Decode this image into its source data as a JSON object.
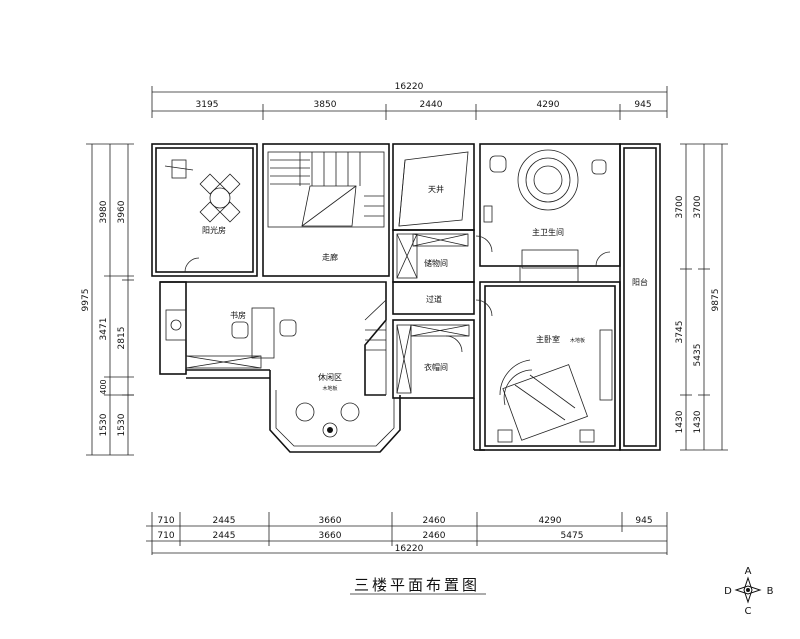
{
  "title": "三楼平面布置图",
  "top_dims": {
    "total": "16220",
    "segments": [
      "3195",
      "3850",
      "2440",
      "4290",
      "945"
    ]
  },
  "bottom_dims": {
    "row1": [
      "710",
      "2445",
      "3660",
      "2460",
      "4290",
      "945"
    ],
    "row2": [
      "710",
      "2445",
      "3660",
      "2460",
      "5475"
    ],
    "total": "16220"
  },
  "left_dims": {
    "outer_total": "9975",
    "col1": [
      "3980",
      "3471",
      "400",
      "1530"
    ],
    "col2": [
      "3960",
      "2815",
      "1530"
    ]
  },
  "right_dims": {
    "outer_total": "9875",
    "col1": [
      "3700",
      "3745",
      "1430"
    ],
    "col2": [
      "3700",
      "5435",
      "1430"
    ]
  },
  "rooms": {
    "sunroom": "阳光房",
    "corridor": "走廊",
    "skylight": "天井",
    "storage": "储物间",
    "passage": "过道",
    "cloakroom": "衣帽间",
    "study": "书房",
    "master_bath": "主卫生间",
    "master_bed": "主卧室",
    "master_bed_sub": "木地板",
    "balcony": "阳台",
    "lounge": "休闲区",
    "lounge_sub": "木地板"
  },
  "compass": {
    "north": "A",
    "east": "B",
    "south": "C",
    "west": "D"
  }
}
